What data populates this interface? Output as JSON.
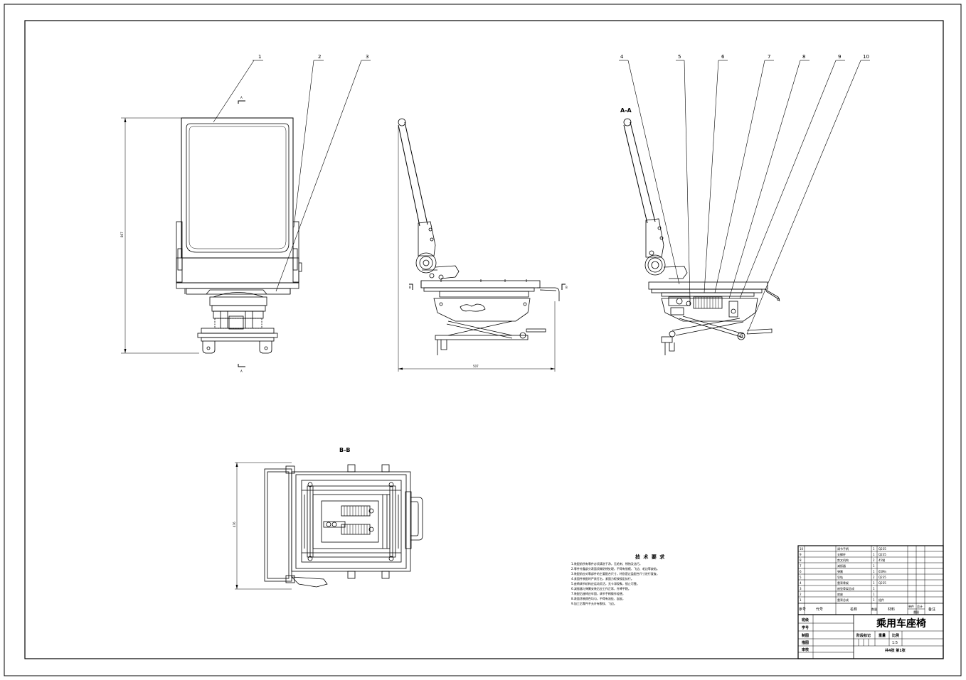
{
  "balloons": [
    "1",
    "2",
    "3",
    "4",
    "5",
    "6",
    "7",
    "8",
    "9",
    "10"
  ],
  "views": {
    "section_marker": "A",
    "section_aa": "A-A",
    "section_bb": "B-B",
    "section_marker_b": "B"
  },
  "dimensions": {
    "front_height": "867",
    "side_width": "507",
    "top_height": "476"
  },
  "requirements": {
    "title": "技 术 要 求",
    "lines": [
      "1.装配前所有零件必须清洗干净，无毛刺、锈蚀及油污。",
      "2.零件外露部分表面须做防锈处理，不得有划痕、飞边、毛边等缺陷。",
      "3.装配前应对零部件的主要配合尺寸，特别是过盈配合尺寸进行复查。",
      "4.紧固件装配时严禁打击，紧固力矩按规定执行。",
      "5.座椅调节机构应运动灵活，无卡滞现象，锁止可靠。",
      "6.减振器与弹簧安装后应工作正常，升降平稳。",
      "7.装配后座椅应牢固，调节手柄操作轻便。",
      "8.表面涂装颜色均匀，不得有流挂、起皮。",
      "9.加工后零件不允许有裂纹、飞边。"
    ]
  },
  "bom": {
    "rows": [
      {
        "no": "10",
        "name": "调节手柄",
        "qty": "1",
        "mat": "Q235"
      },
      {
        "no": "9",
        "name": "支撑杆",
        "qty": "1",
        "mat": "Q235"
      },
      {
        "no": "8",
        "name": "剪叉机构",
        "qty": "2",
        "mat": "45钢"
      },
      {
        "no": "7",
        "name": "减振器",
        "qty": "1",
        "mat": ""
      },
      {
        "no": "6",
        "name": "弹簧",
        "qty": "1",
        "mat": "65Mn"
      },
      {
        "no": "5",
        "name": "导轨",
        "qty": "2",
        "mat": "Q235"
      },
      {
        "no": "4",
        "name": "靠背骨架",
        "qty": "1",
        "mat": "Q235"
      },
      {
        "no": "3",
        "name": "座垫骨架总成",
        "qty": "1",
        "mat": ""
      },
      {
        "no": "2",
        "name": "底座",
        "qty": "1",
        "mat": ""
      },
      {
        "no": "1",
        "name": "靠背总成",
        "qty": "1",
        "mat": "组件"
      }
    ],
    "headers": {
      "no": "序号",
      "code": "代号",
      "name": "名称",
      "qty": "数量",
      "mat": "材料",
      "unit_weight": "单件",
      "total_weight": "总计",
      "weight": "重量",
      "remark": "备注"
    }
  },
  "title_block": {
    "title": "乘用车座椅",
    "designer_label": "班级",
    "student_no_label": "学号",
    "drawn_label": "制图",
    "checked_label": "描图",
    "approved_label": "审核",
    "stage_label": "阶段标记",
    "weight_label": "重量",
    "scale_label": "比例",
    "scale_value": "1:5",
    "sheet_info": "共4张 第1张"
  }
}
